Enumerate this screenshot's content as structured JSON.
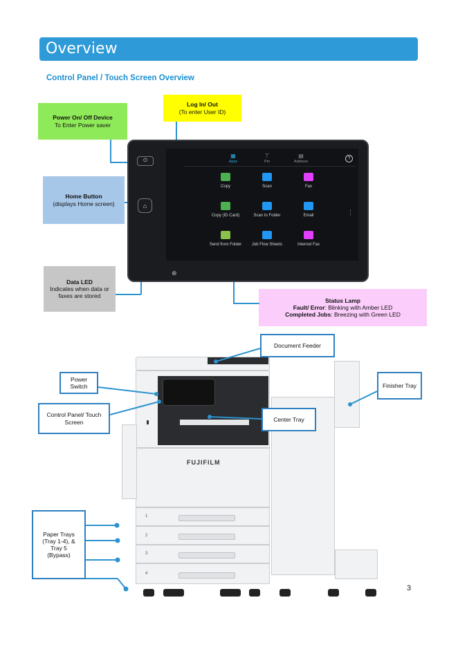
{
  "header": {
    "title": "Overview"
  },
  "subtitle": "Control Panel / Touch Screen Overview",
  "callouts": {
    "power": {
      "title": "Power On/ Off Device",
      "desc": "To Enter Power saver"
    },
    "login": {
      "title": "Log In/ Out",
      "desc": "(To enter User ID)"
    },
    "home": {
      "title": "Home Button",
      "desc": "(displays Home screen)"
    },
    "led": {
      "title": "Data LED",
      "desc": "Indicates when data or faxes are stored"
    },
    "status": {
      "title": "Status Lamp",
      "fault_label": "Fault/ Error",
      "fault_desc": ": Blinking with Amber LED",
      "completed_label": "Completed Jobs",
      "completed_desc": ": Breezing with Green LED"
    }
  },
  "screen": {
    "tabs": [
      {
        "label": "Apps",
        "icon": "apps-icon",
        "active": true
      },
      {
        "label": "Pin",
        "icon": "pin-icon",
        "active": false
      },
      {
        "label": "Address",
        "icon": "address-book-icon",
        "active": false
      }
    ],
    "apps": [
      {
        "label": "Copy",
        "icon": "copy-icon",
        "color": "#4caf50"
      },
      {
        "label": "Scan",
        "icon": "scan-icon",
        "color": "#2196f3"
      },
      {
        "label": "Fax",
        "icon": "fax-icon",
        "color": "#e040fb"
      },
      {
        "label": "Copy (ID Card)",
        "icon": "id-card-copy-icon",
        "color": "#4caf50"
      },
      {
        "label": "Scan to Folder",
        "icon": "scan-folder-icon",
        "color": "#2196f3"
      },
      {
        "label": "Email",
        "icon": "email-icon",
        "color": "#2196f3"
      },
      {
        "label": "Send from Folder",
        "icon": "send-folder-icon",
        "color": "#8bc34a"
      },
      {
        "label": "Job Flow Sheets",
        "icon": "job-flow-icon",
        "color": "#2196f3"
      },
      {
        "label": "Internet Fax",
        "icon": "internet-fax-icon",
        "color": "#e040fb"
      }
    ]
  },
  "printer": {
    "brand": "FUJIFILM",
    "tray_numbers": [
      "1",
      "2",
      "3",
      "4"
    ],
    "labels": {
      "document_feeder": "Document Feeder",
      "power_switch": "Power Switch",
      "finisher_tray": "Finisher Tray",
      "control_panel": "Control Panel/ Touch Screen",
      "center_tray": "Center Tray",
      "paper_trays": "Paper Trays (Tray 1-4), & Tray 5 (Bypass)"
    }
  },
  "page_number": "3"
}
